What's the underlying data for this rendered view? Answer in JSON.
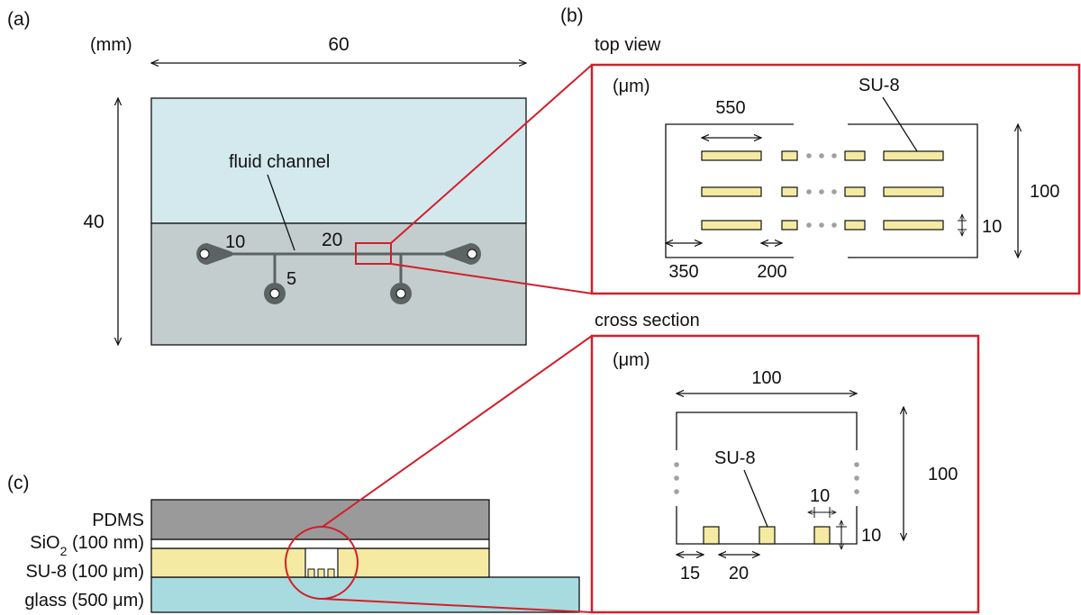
{
  "panels": {
    "a": {
      "label": "(a)",
      "unit": "(mm)",
      "width_label": "60",
      "height_label": "40",
      "channel_label": "fluid channel",
      "dim_10": "10",
      "dim_20": "20",
      "dim_5": "5"
    },
    "b": {
      "label": "(b)",
      "title": "top view",
      "unit": "(μm)",
      "material": "SU-8",
      "dim_550": "550",
      "dim_100": "100",
      "dim_10": "10",
      "dim_350": "350",
      "dim_200": "200"
    },
    "cross": {
      "title": "cross section",
      "unit": "(μm)",
      "material": "SU-8",
      "dim_width": "100",
      "dim_height": "100",
      "dim_10_w": "10",
      "dim_10_h": "10",
      "dim_15": "15",
      "dim_20": "20"
    },
    "c": {
      "label": "(c)",
      "layer_pdms": "PDMS",
      "layer_sio2_prefix": "SiO",
      "layer_sio2_sub": "2",
      "layer_sio2_suffix": " (100 nm)",
      "layer_su8": "SU-8 (100 μm)",
      "layer_glass": "glass (500 μm)"
    }
  },
  "colors": {
    "callout": "#d21f2b",
    "pdms_light": "#d3e9ee",
    "pdms_dark": "#c3cdcd",
    "channel": "#5b6462",
    "su8": "#f4eaa2",
    "pdms_gray": "#9a9a9a",
    "glass": "#a8dbe0"
  }
}
